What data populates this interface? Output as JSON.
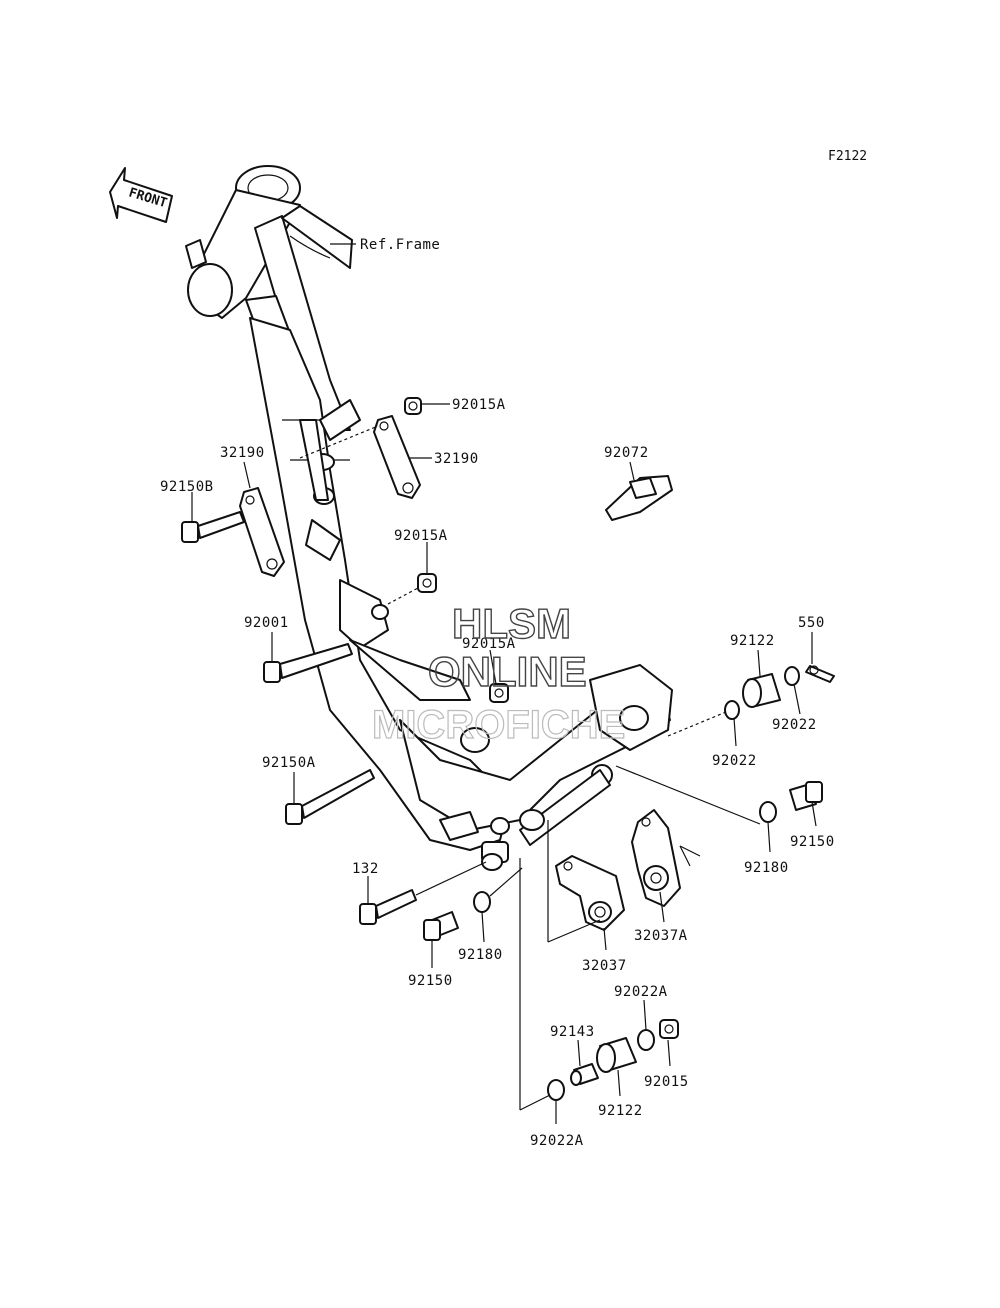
{
  "figure_id": "F2122",
  "front_label": "FRONT",
  "ref_label": "Ref.Frame",
  "watermark": {
    "line1": "HLSM",
    "line2": "ONLINE",
    "line3": "MICROFICHE"
  },
  "callouts": {
    "c92015A_top": "92015A",
    "c32190_right": "32190",
    "c32190_left": "32190",
    "c92150B": "92150B",
    "c92072": "92072",
    "c92015A_mid": "92015A",
    "c92015A_low": "92015A",
    "c92001": "92001",
    "c550": "550",
    "c92122_top": "92122",
    "c92022_right": "92022",
    "c92022_mid": "92022",
    "c92150A": "92150A",
    "c92150_right": "92150",
    "c92180_right": "92180",
    "c132": "132",
    "c92180_left": "92180",
    "c92150_left": "92150",
    "c32037A": "32037A",
    "c32037": "32037",
    "c92022A_top": "92022A",
    "c92143": "92143",
    "c92015": "92015",
    "c92122_bottom": "92122",
    "c92022A_bottom": "92022A"
  }
}
